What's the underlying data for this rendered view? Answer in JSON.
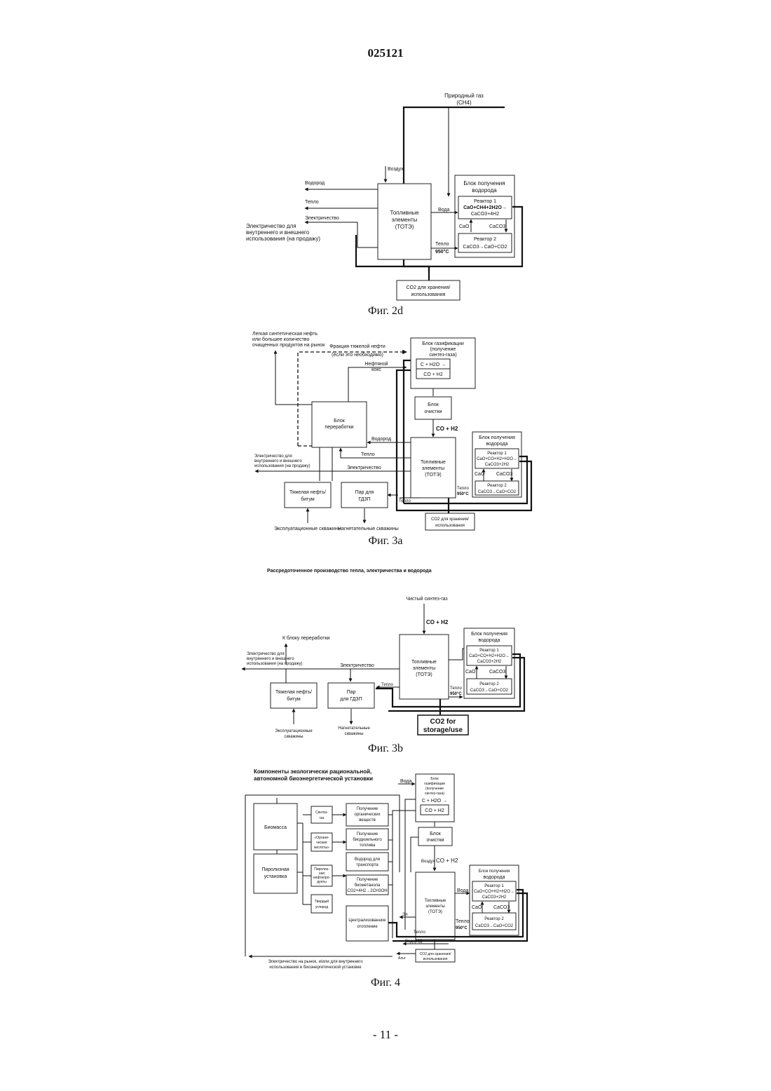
{
  "page": {
    "number": "025121",
    "footer": "- 11 -"
  },
  "fig2d": {
    "caption": "Фиг. 2d",
    "natural_gas": [
      "Природный газ",
      "(CH4)"
    ],
    "air": "Воздух",
    "hydrogen": "Водород",
    "heat_out": "Тепло",
    "electricity": "Электричество",
    "electricity_use": [
      "Электричество для",
      "внутреннего и внешнего",
      "использования (на продажу)"
    ],
    "fuel_cells": [
      "Топливные",
      "элементы",
      "(ТОТЭ)"
    ],
    "h2_block": [
      "Блок получения",
      "водорода"
    ],
    "water": "Вода",
    "heat": "Тепло",
    "temp": "950°C",
    "reactor1": [
      "Реактор 1",
      "CaO+CH4+2H2O→",
      "CaCO3+4H2"
    ],
    "cao": "CaO",
    "caco3": "CaCO3",
    "reactor2": [
      "Реактор 2",
      "CaCO3→CaO+CO2"
    ],
    "co2": [
      "CO2 для хранения/",
      "использования"
    ]
  },
  "fig3a": {
    "caption": "Фиг. 3a",
    "light_oil": [
      "Легкая синтетическая нефть",
      "или большее количество",
      "очищенных продуктов на рынок"
    ],
    "heavy_fraction": [
      "Фракция тяжелой нефти",
      "(если это необходимо)"
    ],
    "petcoke": [
      "Нефтяной",
      "кокс"
    ],
    "gasification": [
      "Блок газификации",
      "(получение",
      "синтез-газа)"
    ],
    "gas_r1": "C + H2O →",
    "gas_r2": "CO + H2",
    "cleaning": [
      "Блок",
      "очистки"
    ],
    "syngas": "CO + H2",
    "processing": [
      "Блок",
      "переработки"
    ],
    "hydrogen": "Водород",
    "heat_top": "Тепло",
    "electricity_use": [
      "Электричество для",
      "внутреннего и внешнего",
      "использования (на продажу)"
    ],
    "electricity": "Электричество",
    "fuel_cells": [
      "Топливные",
      "элементы",
      "(ТОТЭ)"
    ],
    "h2_block": [
      "Блок получения",
      "водорода"
    ],
    "reactor1": [
      "Реактор 1",
      "CaO+CO+H2+H2O→",
      "CaCO3+2H2"
    ],
    "cao": "CaO",
    "caco3": "CaCO3",
    "reactor2": [
      "Реактор 2",
      "CaCO3→CaO+CO2"
    ],
    "heat": "Тепло",
    "temp": "950°C",
    "heat_bottom": "Тепло",
    "heavy_oil": [
      "Тяжелая нефть/",
      "битум"
    ],
    "steam": [
      "Пар для",
      "ГДЗП"
    ],
    "production_wells": "Эксплуатационные скважины",
    "injection_wells": "Нагнетательные скважины",
    "co2": [
      "CO2 для хранения/",
      "использования"
    ]
  },
  "fig3b": {
    "caption": "Фиг. 3b",
    "title": "Рассредоточенное производство тепла, электричества и водорода",
    "clean_syngas": "Чистый синтез-газ",
    "syngas": "CO + H2",
    "to_processing": "К блоку переработки",
    "electricity_use": [
      "Электричество для",
      "внутреннего и внешнего",
      "использования (на продажу)"
    ],
    "electricity": "Электричество",
    "fuel_cells": [
      "Топливные",
      "элементы",
      "(ТОТЭ)"
    ],
    "h2_block": [
      "Блок получения",
      "водорода"
    ],
    "reactor1": [
      "Реактор 1",
      "CaO+CO+H2+H2O→",
      "CaCO3+2H2"
    ],
    "cao": "CaO",
    "caco3": "CaCO3",
    "reactor2": [
      "Реактор 2",
      "CaCO3→CaO+CO2"
    ],
    "heat": "Тепло",
    "temp": "950°C",
    "heat_left": "Тепло",
    "heavy_oil": [
      "Тяжелая нефть/",
      "битум"
    ],
    "steam": [
      "Пар",
      "для ГДЗП"
    ],
    "production_wells": [
      "Эксплуатационные",
      "скважины"
    ],
    "injection_wells": [
      "Нагнетательные",
      "скважины"
    ],
    "co2": [
      "CO2 for",
      "storage/use"
    ]
  },
  "fig4": {
    "caption": "Фиг. 4",
    "title": [
      "Компоненты экологически рациональной,",
      "автономной  биоэнергетической установки"
    ],
    "water": "Вода",
    "gasification": [
      "Блок",
      "газификации",
      "(получение",
      "синтез-газа)"
    ],
    "gas_r1": "C + H2O →",
    "gas_r2": "CO + H2",
    "biomass": "Биомасса",
    "pyrolysis": [
      "Пиролизная",
      "установка"
    ],
    "syngas_small": [
      "Синтез-",
      "газ"
    ],
    "organic_acids": [
      "«Органи-",
      "ческие",
      "кислоты»"
    ],
    "pyrolysis_oil": [
      "Пиролиз-",
      "ная",
      "нефтепро-",
      "дукты"
    ],
    "solid_carbon": [
      "Твердый",
      "углерод"
    ],
    "organics": [
      "Получение",
      "органических",
      "веществ"
    ],
    "biodiesel": [
      "Получение",
      "биодизельного",
      "топлива"
    ],
    "hydrogen_transport": [
      "Водород для",
      "транспорта"
    ],
    "biomethanol": [
      "Получение",
      "биометанола",
      "CO2+4H2→2CH3OH"
    ],
    "district_heating": [
      "Централизованное",
      "отопление"
    ],
    "cleaning": [
      "Блок",
      "очистки"
    ],
    "air": "Воздух",
    "syngas": "CO + H2",
    "fuel_cells": [
      "Топливные",
      "элементы",
      "(ТОТЭ)"
    ],
    "el_short": "Эл",
    "h2_block": [
      "Блок получения",
      "водорода"
    ],
    "water2": "Вода",
    "reactor1": [
      "Реактор 1",
      "CaO+CO+H2+H2O→",
      "CaCO3+2H2"
    ],
    "cao": "CaO",
    "caco3": "CaCO3",
    "reactor2": [
      "Реактор 2",
      "CaCO3→CaO+CO2"
    ],
    "heat": "Тепло",
    "temp": "950°C",
    "heat_bottom": "Тепло",
    "hydrogen": "Водород",
    "alt": "Альт",
    "co2": [
      "CO2 для хранения/",
      "использования"
    ],
    "bottom": [
      "Электричество на рынок, и/или для внутреннего",
      "использования в биоэнергетической установке"
    ]
  }
}
